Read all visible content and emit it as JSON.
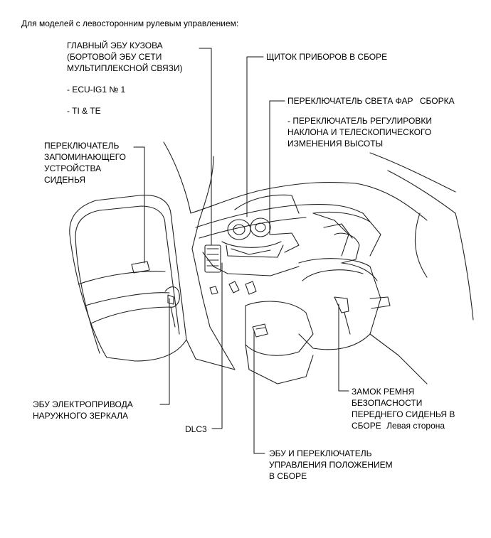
{
  "caption": "Для моделей с левосторонним рулевым управлением:",
  "labels": {
    "body_ecu": {
      "lines": [
        "ГЛАВНЫЙ ЭБУ КУЗОВА",
        "(БОРТОВОЙ ЭБУ СЕТИ",
        "МУЛЬТИПЛЕКСНОЙ СВЯЗИ)"
      ],
      "sub1": "- ECU-IG1 № 1",
      "sub2": "- TI & TE"
    },
    "seat_memory": {
      "lines": [
        "ПЕРЕКЛЮЧАТЕЛЬ",
        "ЗАПОМИНАЮЩЕГО",
        "УСТРОЙСТВА",
        "СИДЕНЬЯ"
      ]
    },
    "combination_meter": {
      "lines": [
        "ЩИТОК ПРИБОРОВ В СБОРЕ"
      ]
    },
    "headlight_switch": {
      "title": "ПЕРЕКЛЮЧАТЕЛЬ СВЕТА ФАР",
      "suffix": "СБОРКА",
      "sub": [
        "- ПЕРЕКЛЮЧАТЕЛЬ РЕГУЛИРОВКИ",
        "НАКЛОНА И ТЕЛЕСКОПИЧЕСКОГО",
        "ИЗМЕНЕНИЯ ВЫСОТЫ"
      ]
    },
    "mirror_ecu": {
      "lines": [
        "ЭБУ ЭЛЕКТРОПРИВОДА",
        "НАРУЖНОГО ЗЕРКАЛА"
      ]
    },
    "dlc3": {
      "lines": [
        "DLC3"
      ]
    },
    "seatbelt_buckle": {
      "lines": [
        "ЗАМОК РЕМНЯ",
        "БЕЗОПАСНОСТИ",
        "ПЕРЕДНЕГО СИДЕНЬЯ В"
      ],
      "last_main": "СБОРЕ",
      "last_side": "Левая сторона"
    },
    "position_ecu": {
      "lines": [
        "ЭБУ И ПЕРЕКЛЮЧАТЕЛЬ",
        "УПРАВЛЕНИЯ ПОЛОЖЕНИЕМ",
        "В СБОРЕ"
      ]
    }
  }
}
